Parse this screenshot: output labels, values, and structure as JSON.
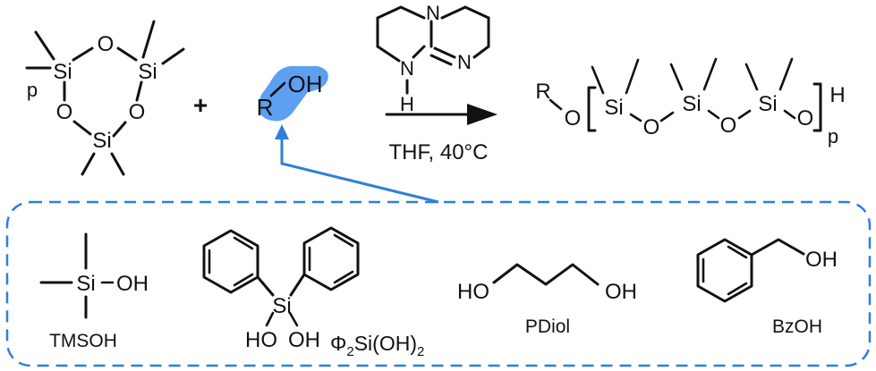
{
  "reaction": {
    "monomer": {
      "si": "Si",
      "o": "O",
      "p": "p"
    },
    "plus": "+",
    "initiator": {
      "r": "R",
      "oh": "OH",
      "highlight_color": "#4a90e2"
    },
    "catalyst": {
      "n": "N",
      "nh": "N",
      "h": "H"
    },
    "conditions": "THF,  40°C",
    "product": {
      "r": "R",
      "o": "O",
      "si": "Si",
      "h": "H",
      "p": "p"
    }
  },
  "colors": {
    "accent": "#2f7fd8",
    "ink": "#111111"
  },
  "initiators_box": {
    "items": [
      {
        "id": "tmsoh",
        "si_label": "Si",
        "oh_label": "OH",
        "name": "TMSOH"
      },
      {
        "id": "ph2si",
        "si_label": "Si",
        "ho_label": "HO",
        "oh_label": "OH",
        "name_prefix": "Φ",
        "name_sub1": "2",
        "name_mid": "Si(OH)",
        "name_sub2": "2"
      },
      {
        "id": "pdiol",
        "ho_label": "HO",
        "oh_label": "OH",
        "name": "PDiol"
      },
      {
        "id": "bzoh",
        "oh_label": "OH",
        "name": "BzOH"
      }
    ]
  }
}
